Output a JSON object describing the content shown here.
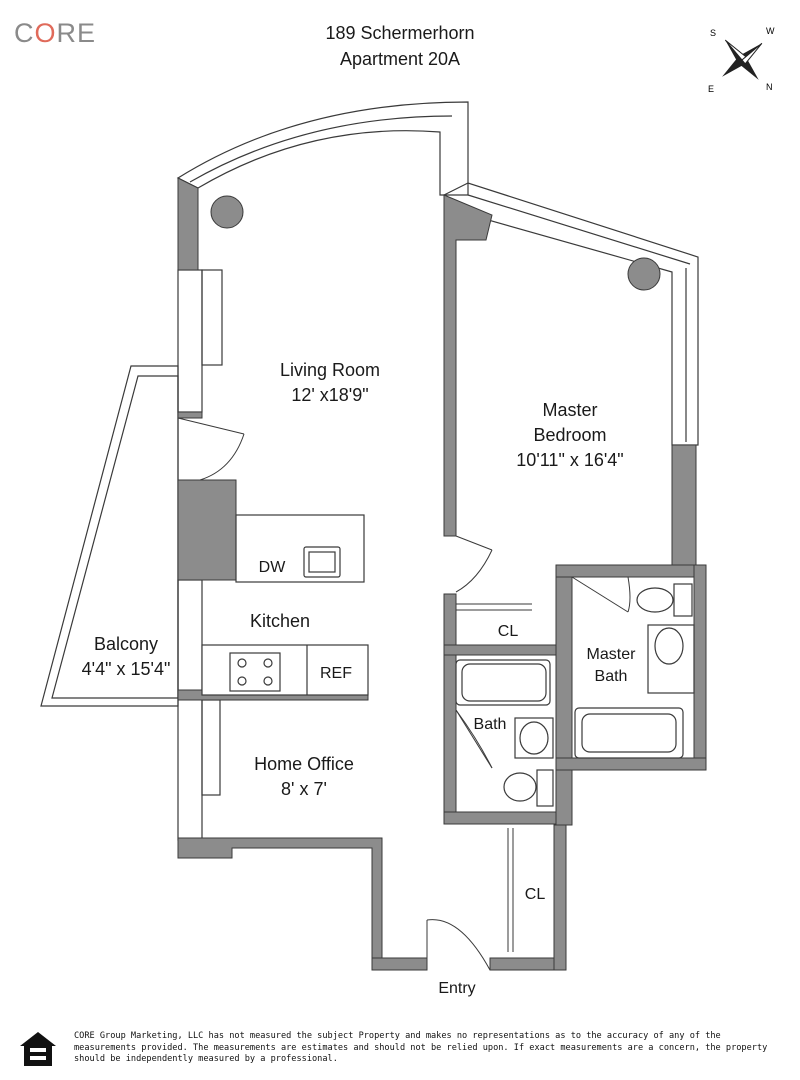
{
  "brand": {
    "logo_text": "CORE"
  },
  "header": {
    "line1": "189 Schermerhorn",
    "line2": "Apartment 20A"
  },
  "compass": {
    "n": "N",
    "e": "E",
    "s": "S",
    "w": "W"
  },
  "rooms": {
    "living": {
      "name": "Living Room",
      "dims": "12' x18'9\""
    },
    "master": {
      "name1": "Master",
      "name2": "Bedroom",
      "dims": "10'11\" x 16'4\""
    },
    "kitchen": {
      "name": "Kitchen"
    },
    "dw": "DW",
    "ref": "REF",
    "balcony": {
      "name": "Balcony",
      "dims": "4'4\" x 15'4\""
    },
    "office": {
      "name": "Home Office",
      "dims": "8' x 7'"
    },
    "cl1": "CL",
    "cl2": "CL",
    "bath": "Bath",
    "master_bath": {
      "line1": "Master",
      "line2": "Bath"
    },
    "entry": "Entry"
  },
  "footer": {
    "disclaimer": "CORE Group Marketing, LLC has not measured the subject Property and makes no representations as to the accuracy of any of the measurements provided. The measurements are estimates and should not be relied upon. If exact measurements are a concern, the property should be independently measured by a professional."
  },
  "colors": {
    "wall": "#8c8c8c",
    "line": "#3a3a3a",
    "logo_accent": "#e06a5a"
  }
}
